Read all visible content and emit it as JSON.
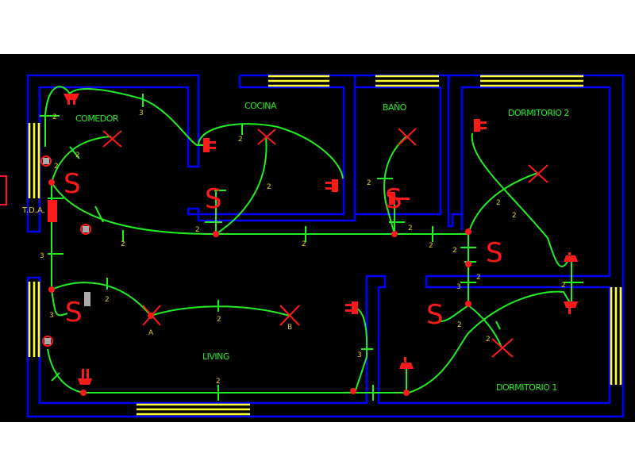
{
  "rooms": {
    "comedor": "COMEDOR",
    "cocina": "COCINA",
    "bano": "BAÑO",
    "dormitorio2": "DORMITORIO 2",
    "living": "LIVING",
    "dormitorio1": "DORMITORIO 1"
  },
  "panel_label": "T.D.A.",
  "switch_symbol": "S",
  "circuit_marks": [
    "2",
    "3",
    "2",
    "2",
    "2",
    "2",
    "2",
    "2",
    "2",
    "2",
    "2",
    "2",
    "2",
    "2",
    "2",
    "3",
    "2",
    "3",
    "2",
    "2",
    "2",
    "3",
    "3",
    "2",
    "2",
    "2",
    "A",
    "B"
  ],
  "colors": {
    "walls": "#0000ff",
    "windows": "#ffff33",
    "wiring": "#22ee22",
    "devices": "#ff1a1a",
    "marks": "#e0d020"
  }
}
